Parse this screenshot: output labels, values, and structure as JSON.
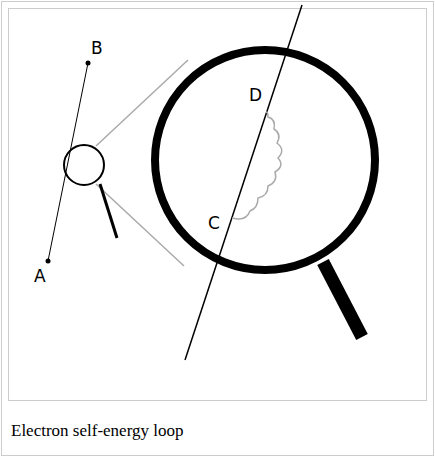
{
  "diagram": {
    "caption": "Electron self-energy loop",
    "labels": [
      "B",
      "D",
      "C",
      "A"
    ]
  }
}
